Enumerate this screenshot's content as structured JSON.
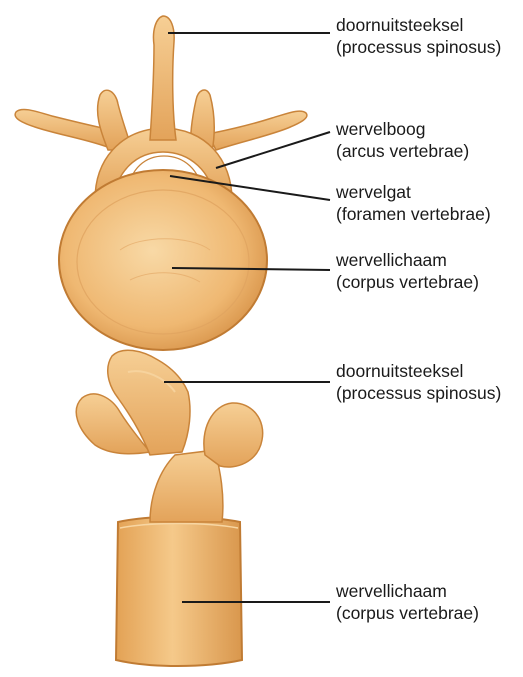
{
  "labels": {
    "top_spinous": {
      "nl": "doornuitsteeksel",
      "la": "(processus spinosus)"
    },
    "top_arch": {
      "nl": "wervelboog",
      "la": "(arcus vertebrae)"
    },
    "top_foramen": {
      "nl": "wervelgat",
      "la": "(foramen vertebrae)"
    },
    "top_body": {
      "nl": "wervellichaam",
      "la": "(corpus vertebrae)"
    },
    "side_spinous": {
      "nl": "doornuitsteeksel",
      "la": "(processus spinosus)"
    },
    "side_body": {
      "nl": "wervellichaam",
      "la": "(corpus vertebrae)"
    }
  },
  "colors": {
    "bone_fill": "#efb26a",
    "bone_light": "#f7d29b",
    "bone_shadow": "#d38f45",
    "bone_outline": "#b9772f",
    "leader_line": "#1a1a1a"
  }
}
